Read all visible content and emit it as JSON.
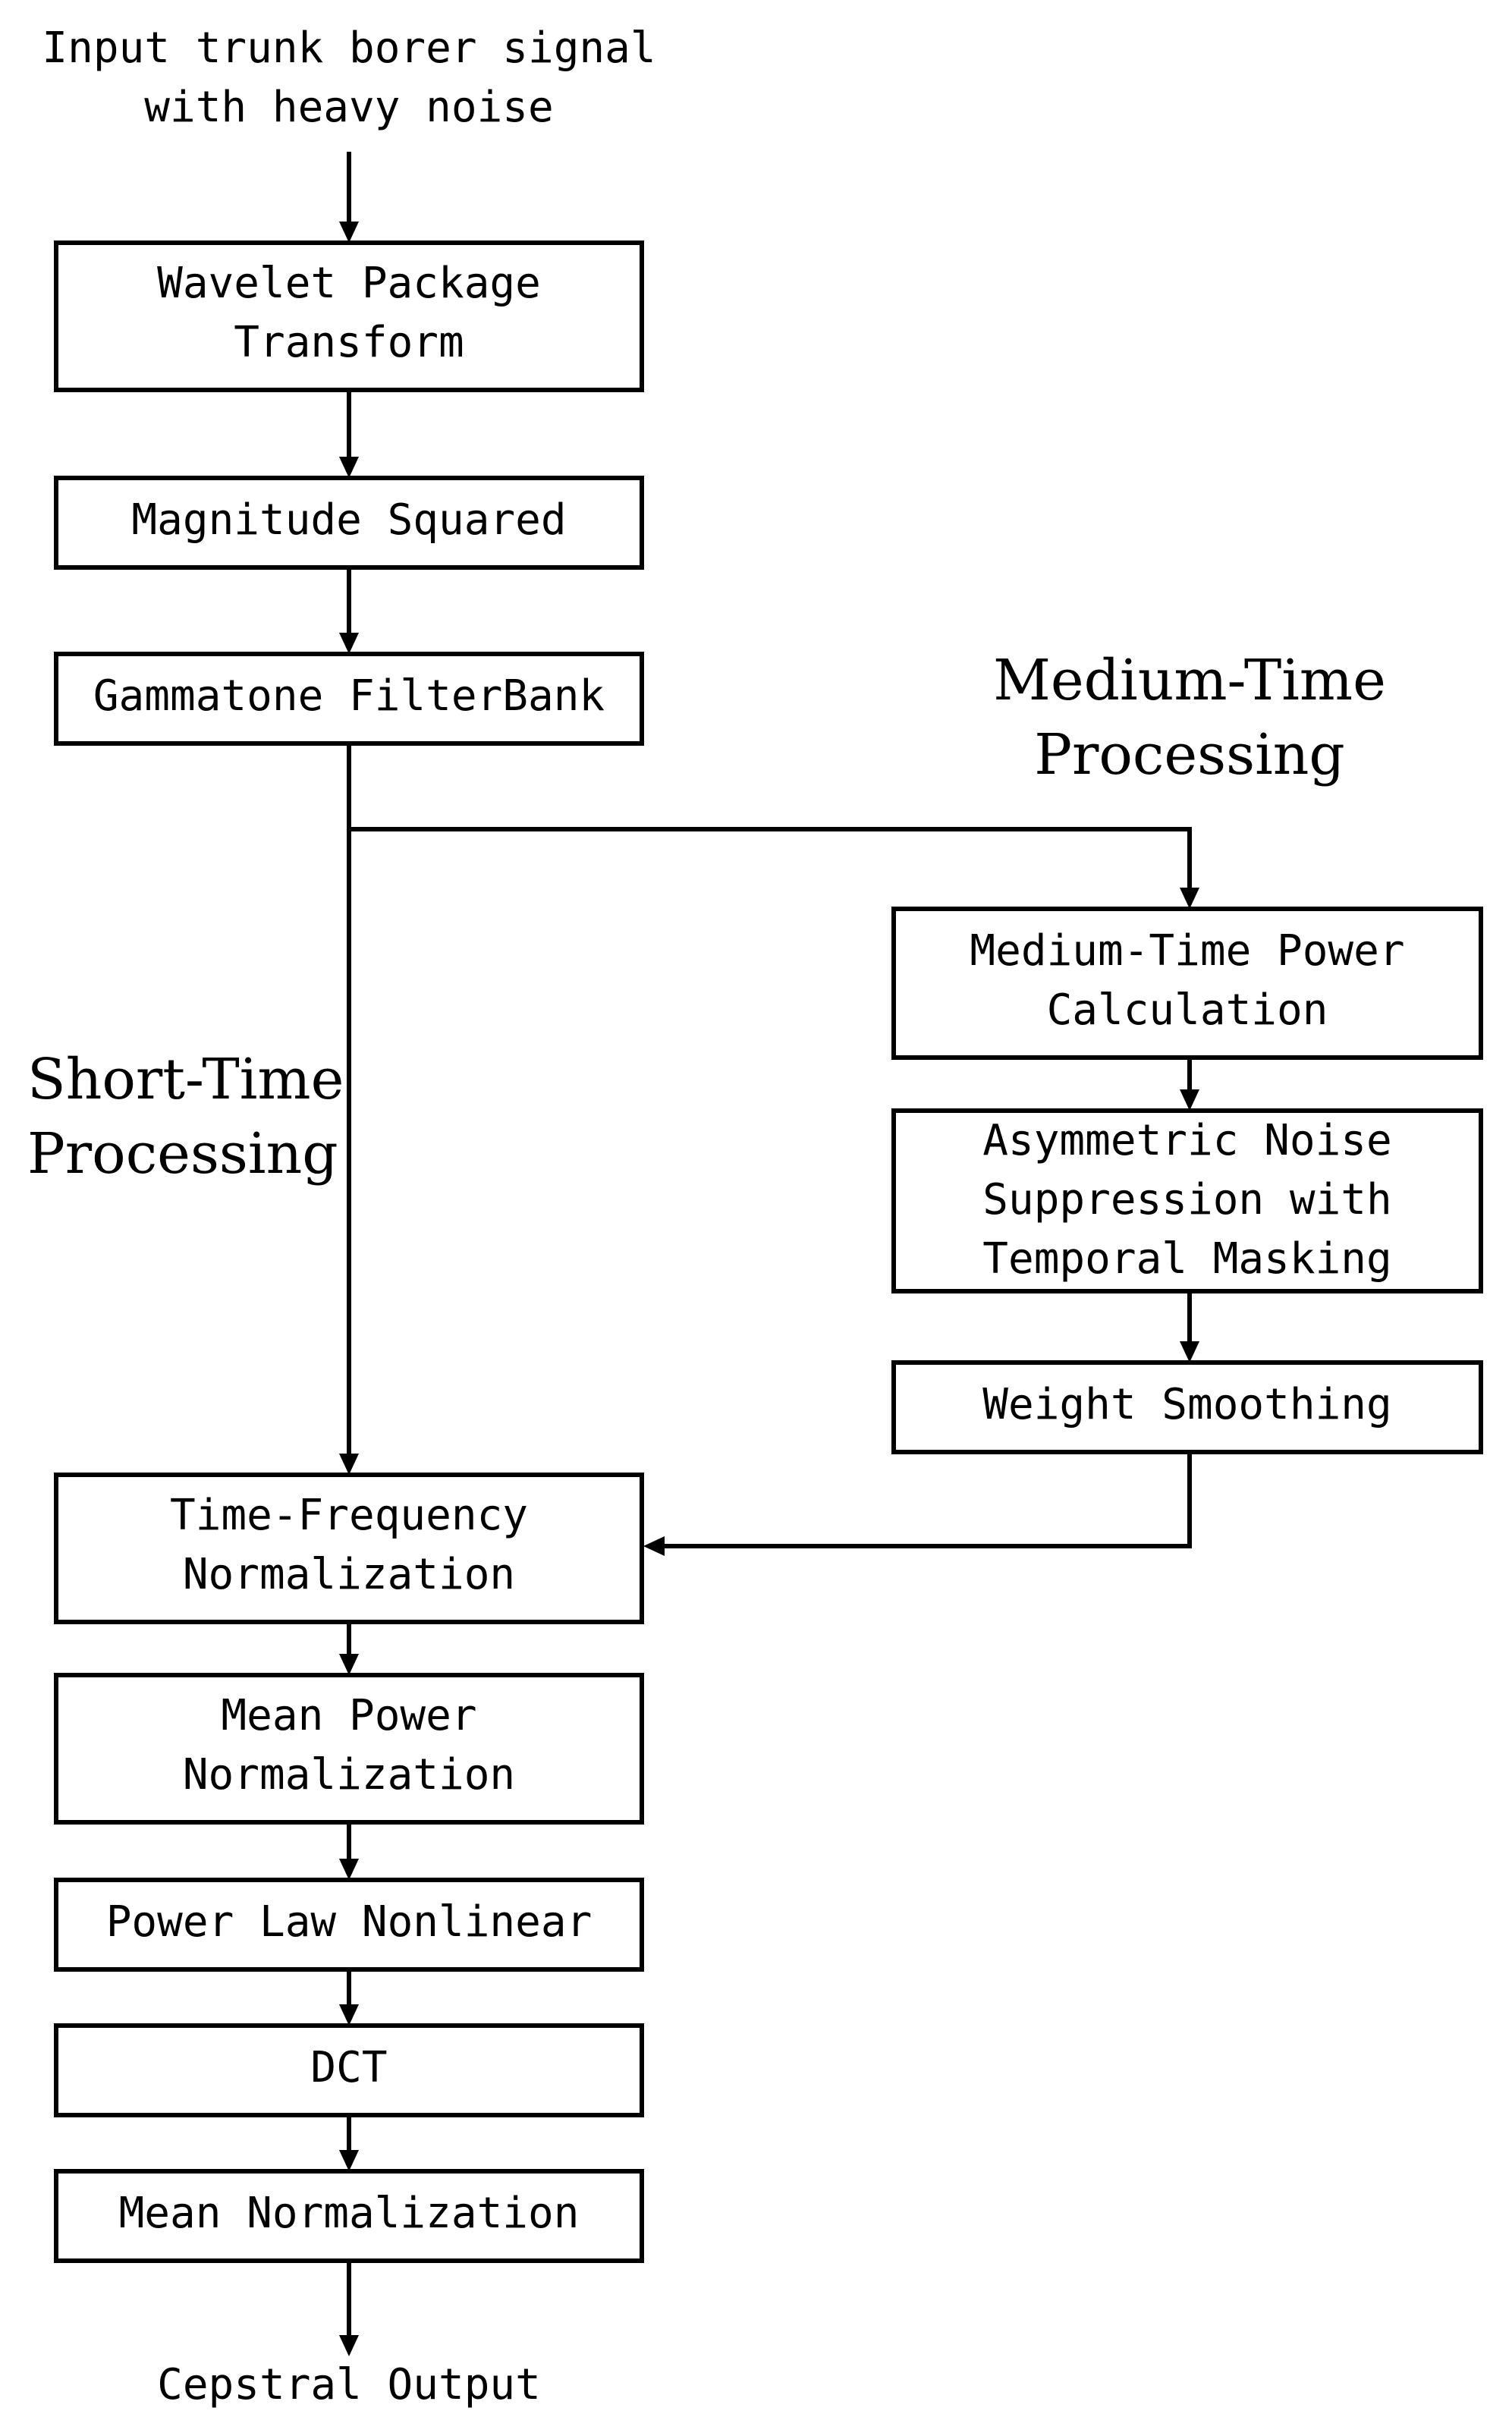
{
  "input": {
    "line1": "Input trunk borer signal",
    "line2": "with heavy noise"
  },
  "output": {
    "label": "Cepstral Output"
  },
  "sections": {
    "medium_line1": "Medium-Time",
    "medium_line2": "Processing",
    "short_line1": "Short-Time",
    "short_line2": "Processing"
  },
  "boxes": {
    "wavelet": [
      "Wavelet Package",
      "Transform"
    ],
    "magnitude": [
      "Magnitude Squared"
    ],
    "gammatone": [
      "Gammatone FilterBank"
    ],
    "medium_power": [
      "Medium-Time Power",
      "Calculation"
    ],
    "asymmetric": [
      "Asymmetric Noise",
      "Suppression with",
      "Temporal Masking"
    ],
    "weight": [
      "Weight Smoothing"
    ],
    "tf_norm": [
      "Time-Frequency",
      "Normalization"
    ],
    "mean_power": [
      "Mean Power",
      "Normalization"
    ],
    "power_law": [
      "Power Law Nonlinear"
    ],
    "dct": [
      "DCT"
    ],
    "mean_norm": [
      "Mean Normalization"
    ]
  }
}
